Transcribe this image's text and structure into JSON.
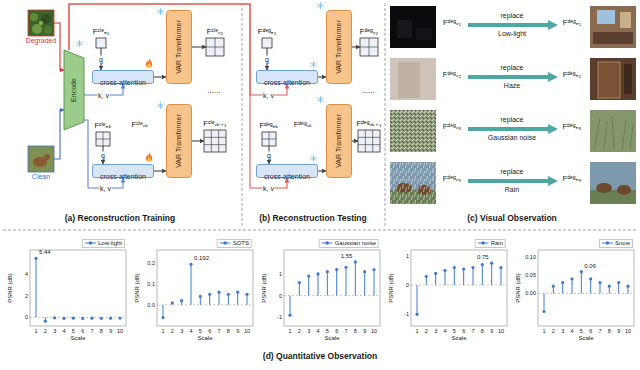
{
  "diagram": {
    "nodes": [
      {
        "text": [
          "Degraded"
        ]
      },
      {
        "text": [
          "Clean"
        ]
      },
      {
        "text": [
          "Encode"
        ]
      },
      {
        "text": [
          "Fᶜˡᵉₑ₁"
        ]
      },
      {
        "text": [
          "cross-attention"
        ]
      },
      {
        "text": [
          "VAR Transformer"
        ]
      },
      {
        "text": [
          "Fᶜˡᵉᵥ₂"
        ]
      },
      {
        "text": [
          "Fᶜˡᵉₑₖ"
        ]
      },
      {
        "text": [
          "cross-attention"
        ]
      },
      {
        "text": [
          "VAR Transformer"
        ]
      },
      {
        "text": [
          "Fᶜˡᵉᵥₖ₊₁"
        ]
      },
      {
        "text": [
          "Fᵈᵉᵍₑ₁"
        ]
      },
      {
        "text": [
          "cross-attention"
        ]
      },
      {
        "text": [
          "VAR Transformer"
        ]
      },
      {
        "text": [
          "Fᵈᵉᵍᵥ₂"
        ]
      },
      {
        "text": [
          "Fᵈᵉᵍₑₖ"
        ]
      },
      {
        "text": [
          "cross-attention"
        ]
      },
      {
        "text": [
          "VAR Transformer"
        ]
      },
      {
        "text": [
          "Fᵈᵉᵍᵥₖ₊₁"
        ]
      }
    ],
    "edges": [
      {
        "from": 0,
        "to": 2,
        "arrow": "to"
      },
      {
        "from": 1,
        "to": 2,
        "arrow": "to"
      },
      {
        "from": 3,
        "to": 4,
        "label": "q",
        "arrow": "to"
      },
      {
        "from": 2,
        "to": 4,
        "label": "k, v",
        "arrow": "to"
      },
      {
        "from": 4,
        "to": 5,
        "arrow": "to"
      },
      {
        "from": 5,
        "to": 6,
        "arrow": "to"
      },
      {
        "from": 7,
        "to": 8,
        "label": "q",
        "arrow": "to"
      },
      {
        "from": 2,
        "to": 8,
        "label": "k, v",
        "arrow": "to"
      },
      {
        "from": 8,
        "to": 9,
        "arrow": "to"
      },
      {
        "from": 9,
        "to": 10,
        "arrow": "to"
      },
      {
        "from": 11,
        "to": 12,
        "label": "q",
        "arrow": "to"
      },
      {
        "from": 2,
        "to": 12,
        "label": "k, v",
        "arrow": "to"
      },
      {
        "from": 12,
        "to": 13,
        "arrow": "to"
      },
      {
        "from": 13,
        "to": 14,
        "arrow": "to"
      },
      {
        "from": 15,
        "to": 16,
        "label": "q",
        "arrow": "to"
      },
      {
        "from": 2,
        "to": 16,
        "label": "k, v",
        "arrow": "to"
      },
      {
        "from": 16,
        "to": 17,
        "arrow": "to"
      },
      {
        "from": 17,
        "to": 18,
        "arrow": "to"
      }
    ],
    "labels": [
      "Fᶜˡᵉᵥₖ",
      "......",
      "(a) Reconstruction Training",
      "Fᵈᵉᵍᵥₖ",
      "......",
      "(b) Reconstruction Testing",
      "Fᵈᵉᵍᵥ₁",
      "replace",
      "Fᵈᵉᵍₑ₁",
      "Low-light",
      "Fᵈᵉᵍᵥ₂",
      "replace",
      "Fᵈᵉᵍₑ₂",
      "Haze",
      "Fᵈᵉᵍᵥ₈",
      "replace",
      "Fᵈᵉᵍₑ₈",
      "Gaussian noise",
      "Fᵈᵉᵍᵥ₉",
      "replace",
      "Fᵈᵉᵍₑ₉",
      "Rain",
      "(c) Visual Observation",
      "(d) Quantitative Observation",
      "PSNR (dB)",
      "0",
      "2",
      "4",
      "1",
      "2",
      "3",
      "4",
      "5",
      "6",
      "7",
      "8",
      "9",
      "10",
      "Scale",
      "5.44",
      "PSNR (dB)",
      "0.0",
      "0.1",
      "0.2",
      "1",
      "2",
      "3",
      "4",
      "5",
      "6",
      "7",
      "8",
      "9",
      "10",
      "Scale",
      "0.192",
      "PSNR (dB)",
      "-1",
      "0",
      "1",
      "1",
      "2",
      "3",
      "4",
      "5",
      "6",
      "7",
      "8",
      "9",
      "10",
      "Scale",
      "1.55",
      "PSNR (dB)",
      "-1",
      "0",
      "1",
      "1",
      "2",
      "3",
      "4",
      "5",
      "6",
      "7",
      "8",
      "9",
      "10",
      "Scale",
      "0.75",
      "PSNR (dB)",
      "0.00",
      "0.05",
      "0.10",
      "1",
      "2",
      "3",
      "4",
      "5",
      "6",
      "7",
      "8",
      "9",
      "10",
      "Scale",
      "0.06"
    ],
    "legend": [
      {
        "text": "Low-light"
      },
      {
        "text": "SOTS"
      },
      {
        "text": "Gaussian noise"
      },
      {
        "text": "Rain"
      },
      {
        "text": "Snow"
      }
    ]
  }
}
